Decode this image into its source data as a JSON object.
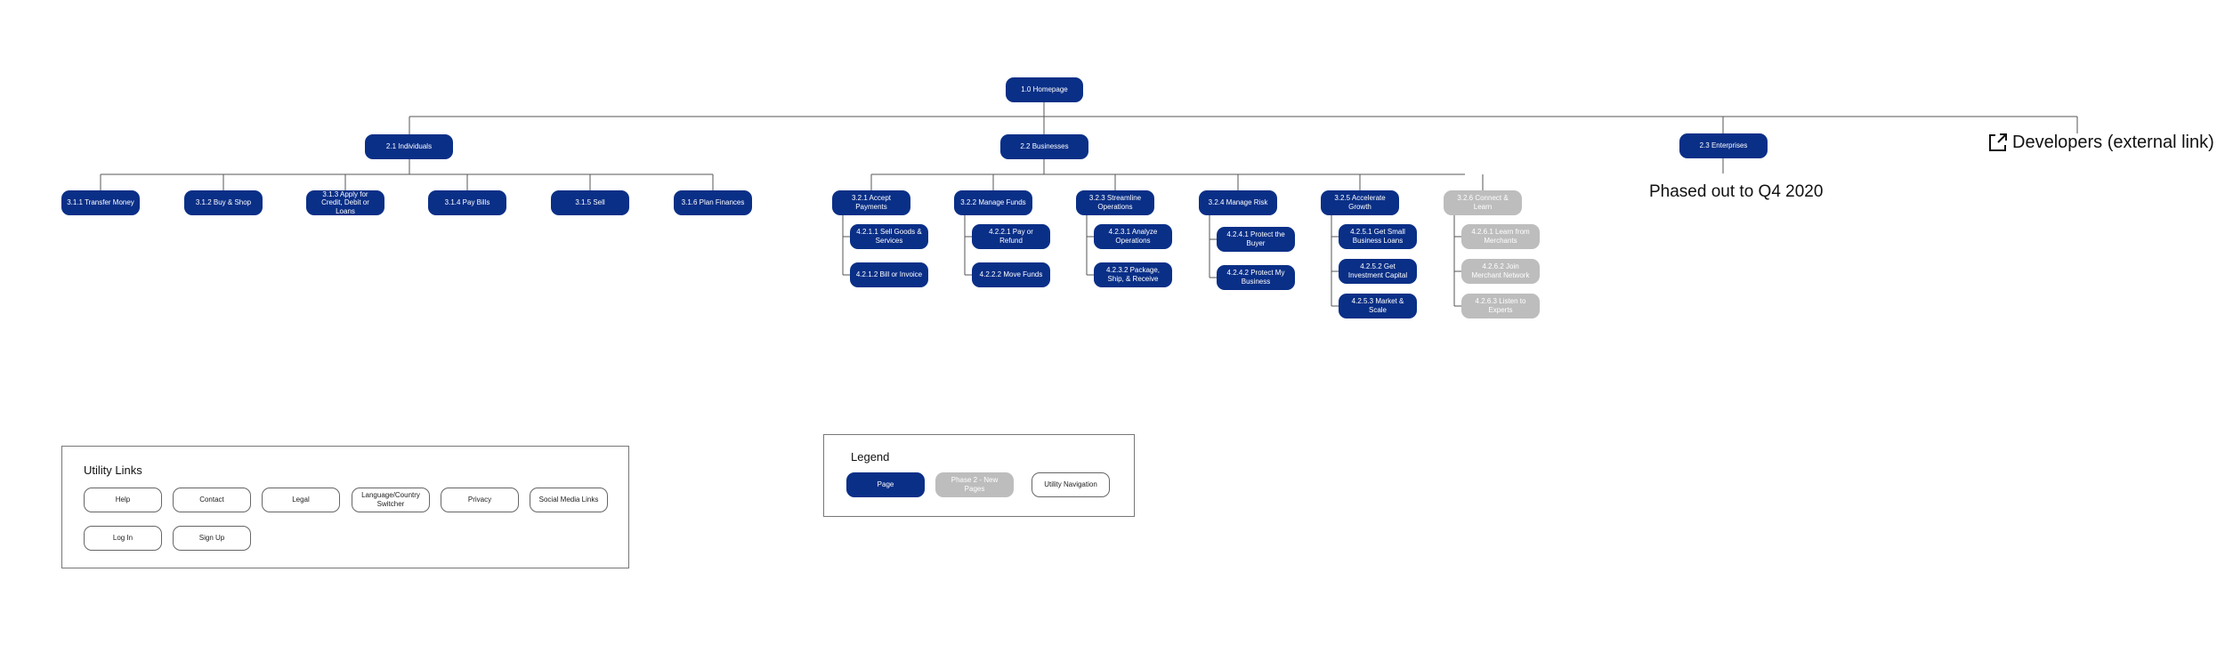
{
  "sitemap": {
    "homepage": "1.0 Homepage",
    "level2": {
      "individuals": "2.1 Individuals",
      "businesses": "2.2 Businesses",
      "enterprises": "2.3 Enterprises",
      "developers": "Developers (external link)"
    },
    "individuals_children": [
      "3.1.1 Transfer Money",
      "3.1.2 Buy & Shop",
      "3.1.3 Apply for Credit, Debit or Loans",
      "3.1.4 Pay Bills",
      "3.1.5 Sell",
      "3.1.6 Plan Finances"
    ],
    "business_children": [
      {
        "label": "3.2.1 Accept Payments",
        "phase2": false,
        "children": [
          {
            "label": "4.2.1.1 Sell Goods & Services",
            "phase2": false
          },
          {
            "label": "4.2.1.2 Bill or Invoice",
            "phase2": false
          }
        ]
      },
      {
        "label": "3.2.2 Manage Funds",
        "phase2": false,
        "children": [
          {
            "label": "4.2.2.1 Pay or Refund",
            "phase2": false
          },
          {
            "label": "4.2.2.2 Move Funds",
            "phase2": false
          }
        ]
      },
      {
        "label": "3.2.3 Streamline Operations",
        "phase2": false,
        "children": [
          {
            "label": "4.2.3.1 Analyze Operations",
            "phase2": false
          },
          {
            "label": "4.2.3.2 Package, Ship, & Receive",
            "phase2": false
          }
        ]
      },
      {
        "label": "3.2.4 Manage Risk",
        "phase2": false,
        "children": [
          {
            "label": "4.2.4.1 Protect the Buyer",
            "phase2": false
          },
          {
            "label": "4.2.4.2 Protect My Business",
            "phase2": false
          }
        ]
      },
      {
        "label": "3.2.5 Accelerate Growth",
        "phase2": false,
        "children": [
          {
            "label": "4.2.5.1 Get Small Business Loans",
            "phase2": false
          },
          {
            "label": "4.2.5.2 Get Investment Capital",
            "phase2": false
          },
          {
            "label": "4.2.5.3 Market & Scale",
            "phase2": false
          }
        ]
      },
      {
        "label": "3.2.6 Connect & Learn",
        "phase2": true,
        "children": [
          {
            "label": "4.2.6.1 Learn from Merchants",
            "phase2": true
          },
          {
            "label": "4.2.6.2 Join Merchant Network",
            "phase2": true
          },
          {
            "label": "4.2.6.3 Listen to Experts",
            "phase2": true
          }
        ]
      }
    ],
    "enterprises_note": "Phased out to Q4 2020"
  },
  "utility_links": {
    "title": "Utility Links",
    "row1": [
      "Help",
      "Contact",
      "Legal",
      "Language/Country Switcher",
      "Privacy",
      "Social Media Links"
    ],
    "row2": [
      "Log In",
      "Sign Up"
    ]
  },
  "legend": {
    "title": "Legend",
    "items": [
      {
        "label": "Page",
        "style": "page"
      },
      {
        "label": "Phase 2 - New Pages",
        "style": "phase2"
      },
      {
        "label": "Utility Navigation",
        "style": "utility"
      }
    ]
  },
  "colors": {
    "page": "#0a2f87",
    "phase2": "#bdbdbd",
    "utility_border": "#666666",
    "connector": "#555555"
  },
  "icons": {
    "external_link": "external-link-icon"
  }
}
